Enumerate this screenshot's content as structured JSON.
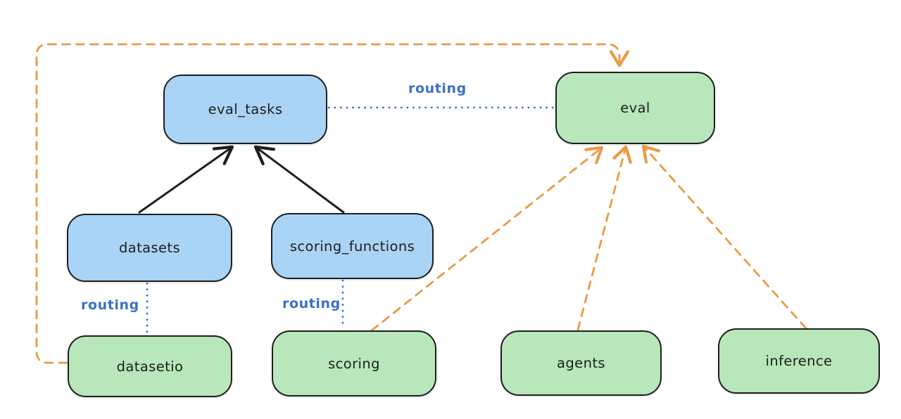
{
  "colors": {
    "background": "#ffffff",
    "blue_node_fill": "#a9d4f5",
    "green_node_fill": "#b7e7bb",
    "node_border": "#1e1e1e",
    "arrow_black": "#1e1e1e",
    "arrow_orange": "#e99a44",
    "routing_blue": "#3b70c6"
  },
  "nodes": [
    {
      "id": "eval_tasks",
      "label": "eval_tasks",
      "color": "blue"
    },
    {
      "id": "eval",
      "label": "eval",
      "color": "green"
    },
    {
      "id": "datasets",
      "label": "datasets",
      "color": "blue"
    },
    {
      "id": "scoring_functions",
      "label": "scoring_functions",
      "color": "blue"
    },
    {
      "id": "datasetio",
      "label": "datasetio",
      "color": "green"
    },
    {
      "id": "scoring",
      "label": "scoring",
      "color": "green"
    },
    {
      "id": "agents",
      "label": "agents",
      "color": "green"
    },
    {
      "id": "inference",
      "label": "inference",
      "color": "green"
    }
  ],
  "edges": [
    {
      "from": "datasets",
      "to": "eval_tasks",
      "style": "solid-black-arrow",
      "label": ""
    },
    {
      "from": "scoring_functions",
      "to": "eval_tasks",
      "style": "solid-black-arrow",
      "label": ""
    },
    {
      "from": "eval_tasks",
      "to": "eval",
      "style": "dotted-blue",
      "label": "routing"
    },
    {
      "from": "datasets",
      "to": "datasetio",
      "style": "dotted-blue",
      "label": "routing"
    },
    {
      "from": "scoring_functions",
      "to": "scoring",
      "style": "dotted-blue",
      "label": "routing"
    },
    {
      "from": "datasetio",
      "to": "eval",
      "style": "dashed-orange-arrow",
      "label": ""
    },
    {
      "from": "scoring",
      "to": "eval",
      "style": "dashed-orange-arrow",
      "label": ""
    },
    {
      "from": "agents",
      "to": "eval",
      "style": "dashed-orange-arrow",
      "label": ""
    },
    {
      "from": "inference",
      "to": "eval",
      "style": "dashed-orange-arrow",
      "label": ""
    }
  ]
}
